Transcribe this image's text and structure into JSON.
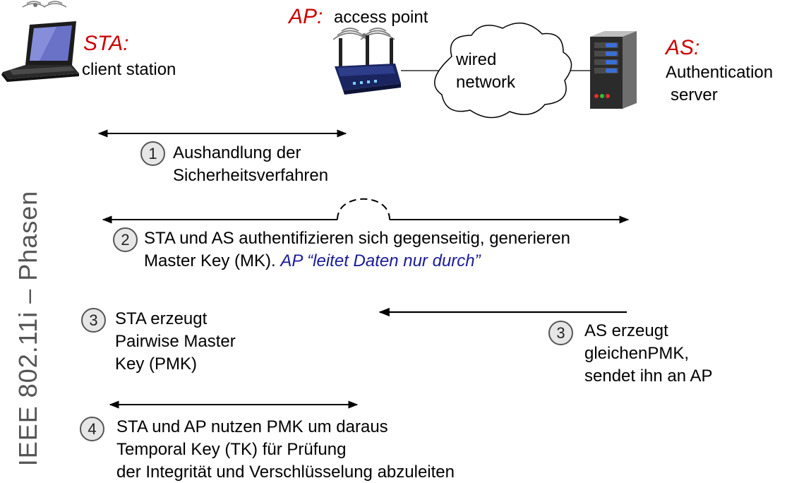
{
  "sidebar_title": "IEEE 802.11i – Phasen",
  "sta": {
    "abbr": "STA:",
    "desc": "client station"
  },
  "ap": {
    "abbr": "AP:",
    "desc": "access point"
  },
  "network": {
    "line1": "wired",
    "line2": "network"
  },
  "as": {
    "abbr": "AS:",
    "desc_line1": "Authentication",
    "desc_line2": "server"
  },
  "step1": {
    "num": "1",
    "line1": "Aushandlung der",
    "line2": "Sicherheitsverfahren"
  },
  "step2": {
    "num": "2",
    "line1": "STA und AS authentifizieren sich gegenseitig, generieren",
    "line2": "Master Key (MK).",
    "line2_note": "AP  “leitet Daten nur durch”"
  },
  "step3_sta": {
    "num": "3",
    "line1": "STA erzeugt",
    "line2": "Pairwise Master",
    "line3": "Key (PMK)"
  },
  "step3_as": {
    "num": "3",
    "line1": "AS erzeugt",
    "line2": "gleichenPMK,",
    "line3": "sendet ihn an AP"
  },
  "step4": {
    "num": "4",
    "line1": "STA und AP nutzen PMK um daraus",
    "line2": "Temporal Key (TK) für Prüfung",
    "line3": "der Integrität und Verschlüsselung abzuleiten"
  },
  "icons": [
    "laptop-icon",
    "wifi-signal-icon",
    "router-icon",
    "cloud-icon",
    "server-icon"
  ],
  "colors": {
    "label_red": "#cc0000",
    "note_blue": "#1a1a99",
    "sidebar_gray": "#555555"
  }
}
